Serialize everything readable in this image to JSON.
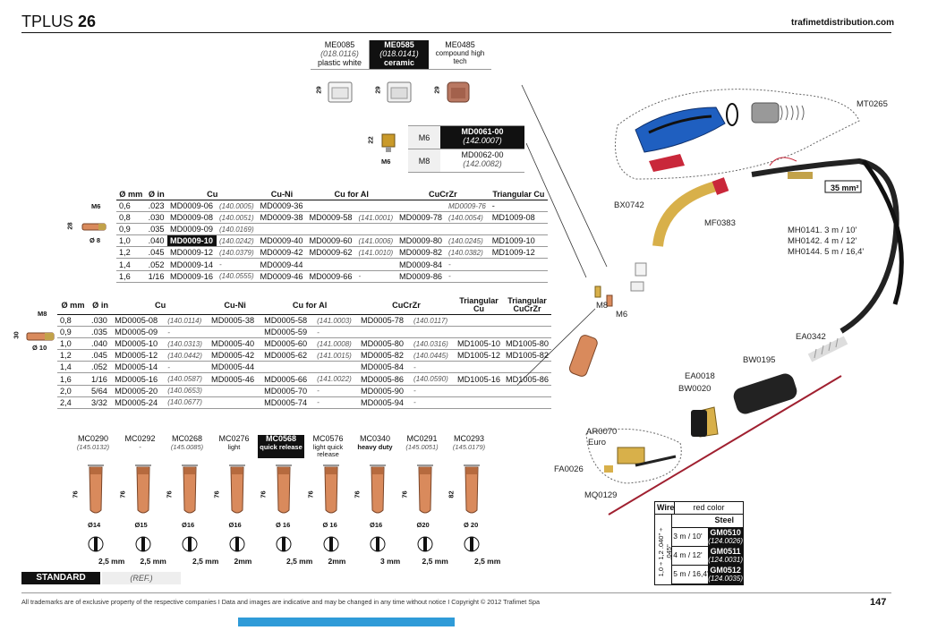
{
  "header": {
    "title_light": "TPLUS",
    "title_bold": "26",
    "site": "trafimetdistribution.com"
  },
  "insulators": [
    {
      "code": "ME0085",
      "ref": "(018.0116)",
      "desc": "plastic white",
      "size": "29",
      "highlight": false
    },
    {
      "code": "ME0585",
      "ref": "(018.0141)",
      "desc": "ceramic",
      "size": "29",
      "highlight": true
    },
    {
      "code": "ME0485",
      "ref": "",
      "desc": "compound high tech",
      "size": "29",
      "highlight": false
    }
  ],
  "diffusers": {
    "dim_h": "22",
    "dim_thread": "M6",
    "rows": [
      {
        "thread": "M6",
        "code": "MD0061-00",
        "ref": "(142.0007)",
        "highlight": true
      },
      {
        "thread": "M8",
        "code": "MD0062-00",
        "ref": "(142.0082)",
        "highlight": false
      }
    ]
  },
  "tips_m6": {
    "dims": {
      "thread": "M6",
      "length": "28",
      "dia": "Ø 8"
    },
    "headers": [
      "Ø mm",
      "Ø in",
      "Cu",
      "Cu-Ni",
      "Cu for Al",
      "CuCrZr",
      "Triangular Cu"
    ],
    "rows": [
      [
        "0,6",
        ".023",
        "MD0009-06",
        "(140.0005)",
        "MD0009-36",
        "",
        "",
        "",
        "MD0009-76",
        "-",
        ""
      ],
      [
        "0,8",
        ".030",
        "MD0009-08",
        "(140.0051)",
        "MD0009-38",
        "MD0009-58",
        "(141.0001)",
        "MD0009-78",
        "(140.0054)",
        "MD1009-08",
        ""
      ],
      [
        "0,9",
        ".035",
        "MD0009-09",
        "(140.0169)",
        "",
        "",
        "",
        "",
        "",
        "",
        ""
      ],
      [
        "1,0",
        ".040",
        "MD0009-10",
        "(140.0242)",
        "MD0009-40",
        "MD0009-60",
        "(141.0006)",
        "MD0009-80",
        "(140.0245)",
        "MD1009-10",
        ""
      ],
      [
        "1,2",
        ".045",
        "MD0009-12",
        "(140.0379)",
        "MD0009-42",
        "MD0009-62",
        "(141.0010)",
        "MD0009-82",
        "(140.0382)",
        "MD1009-12",
        ""
      ],
      [
        "1,4",
        ".052",
        "MD0009-14",
        "-",
        "MD0009-44",
        "",
        "",
        "MD0009-84",
        "-",
        "",
        ""
      ],
      [
        "1,6",
        "1/16",
        "MD0009-16",
        "(140.0555)",
        "MD0009-46",
        "MD0009-66",
        "-",
        "MD0009-86",
        "-",
        "",
        ""
      ]
    ]
  },
  "tips_m8": {
    "dims": {
      "thread": "M8",
      "length": "30",
      "dia": "Ø 10"
    },
    "headers": [
      "Ø mm",
      "Ø in",
      "Cu",
      "Cu-Ni",
      "Cu for Al",
      "CuCrZr",
      "Triangular Cu",
      "Triangular CuCrZr"
    ],
    "rows": [
      [
        "0,8",
        ".030",
        "MD0005-08",
        "(140.0114)",
        "MD0005-38",
        "MD0005-58",
        "(141.0003)",
        "MD0005-78",
        "(140.0117)",
        "",
        ""
      ],
      [
        "0,9",
        ".035",
        "MD0005-09",
        "-",
        "",
        "MD0005-59",
        "-",
        "",
        "",
        "",
        ""
      ],
      [
        "1,0",
        ".040",
        "MD0005-10",
        "(140.0313)",
        "MD0005-40",
        "MD0005-60",
        "(141.0008)",
        "MD0005-80",
        "(140.0316)",
        "MD1005-10",
        "MD1005-80"
      ],
      [
        "1,2",
        ".045",
        "MD0005-12",
        "(140.0442)",
        "MD0005-42",
        "MD0005-62",
        "(141.0015)",
        "MD0005-82",
        "(140.0445)",
        "MD1005-12",
        "MD1005-82"
      ],
      [
        "1,4",
        ".052",
        "MD0005-14",
        "-",
        "MD0005-44",
        "",
        "",
        "MD0005-84",
        "-",
        "",
        ""
      ],
      [
        "1,6",
        "1/16",
        "MD0005-16",
        "(140.0587)",
        "MD0005-46",
        "MD0005-66",
        "(141.0022)",
        "MD0005-86",
        "(140.0590)",
        "MD1005-16",
        "MD1005-86"
      ],
      [
        "2,0",
        "5/64",
        "MD0005-20",
        "(140.0653)",
        "",
        "MD0005-70",
        "-",
        "MD0005-90",
        "-",
        "",
        ""
      ],
      [
        "2,4",
        "3/32",
        "MD0005-24",
        "(140.0677)",
        "",
        "MD0005-74",
        "-",
        "MD0005-94",
        "-",
        "",
        ""
      ]
    ]
  },
  "nozzles": [
    {
      "code": "MC0290",
      "ref": "(145.0132)",
      "sub": "",
      "len": "76",
      "dia": "Ø14",
      "gap": "2,5 mm",
      "highlight": false
    },
    {
      "code": "MC0292",
      "ref": "-",
      "sub": "",
      "len": "76",
      "dia": "Ø15",
      "gap": "2,5 mm",
      "highlight": false
    },
    {
      "code": "MC0268",
      "ref": "(145.0085)",
      "sub": "",
      "len": "76",
      "dia": "Ø16",
      "gap": "2,5 mm",
      "highlight": false
    },
    {
      "code": "MC0276",
      "ref": "",
      "sub": "light",
      "len": "76",
      "dia": "Ø16",
      "gap": "2mm",
      "highlight": false
    },
    {
      "code": "MC0568",
      "ref": "",
      "sub": "quick release",
      "len": "76",
      "dia": "Ø 16",
      "gap": "2,5 mm",
      "highlight": true
    },
    {
      "code": "MC0576",
      "ref": "",
      "sub": "light quick release",
      "len": "76",
      "dia": "Ø 16",
      "gap": "2mm",
      "highlight": false
    },
    {
      "code": "MC0340",
      "ref": "",
      "sub": "heavy duty",
      "len": "76",
      "dia": "Ø16",
      "gap": "3 mm",
      "highlight": false
    },
    {
      "code": "MC0291",
      "ref": "(145.0051)",
      "sub": "",
      "len": "76",
      "dia": "Ø20",
      "gap": "2,5 mm",
      "highlight": false
    },
    {
      "code": "MC0293",
      "ref": "(145.0179)",
      "sub": "",
      "len": "82",
      "dia": "Ø 20",
      "gap": "2,5 mm",
      "highlight": false
    }
  ],
  "legend": {
    "standard": "STANDARD",
    "ref": "(REF.)"
  },
  "torch_labels": {
    "mt0265": "MT0265",
    "bx0742": "BX0742",
    "mf0383": "MF0383",
    "cable": "35 mm²",
    "mh0141": "MH0141. 3 m / 10'",
    "mh0142": "MH0142. 4 m / 12'",
    "mh0144": "MH0144. 5 m / 16,4'",
    "ea0342": "EA0342",
    "bw0195": "BW0195",
    "ea0018": "EA0018",
    "bw0020": "BW0020",
    "ar0070": "AR0070",
    "euro": "Euro",
    "fa0026": "FA0026",
    "mq0129": "MQ0129",
    "m8": "M8",
    "m6": "M6"
  },
  "liners": {
    "wire": "Wire",
    "color": "red color",
    "steel": "Steel",
    "wire_range": "1,0 ÷ 1,2 .040\" ÷ .045\"",
    "rows": [
      {
        "len": "3 m / 10'",
        "code": "GM0510",
        "ref": "(124.0026)"
      },
      {
        "len": "4 m / 12'",
        "code": "GM0511",
        "ref": "(124.0031)"
      },
      {
        "len": "5 m / 16,4'",
        "code": "GM0512",
        "ref": "(124.0035)"
      }
    ]
  },
  "footer": {
    "text": "All trademarks are of exclusive property of the respective companies  I  Data and images are indicative and may be changed in any time without notice  I  Copyright © 2012 Trafimet Spa",
    "page": "147"
  },
  "colors": {
    "copper": "#d98a5c",
    "brass": "#d8b04a",
    "blue": "#1f5fc0",
    "footer_bar": "#2f9bd8"
  }
}
